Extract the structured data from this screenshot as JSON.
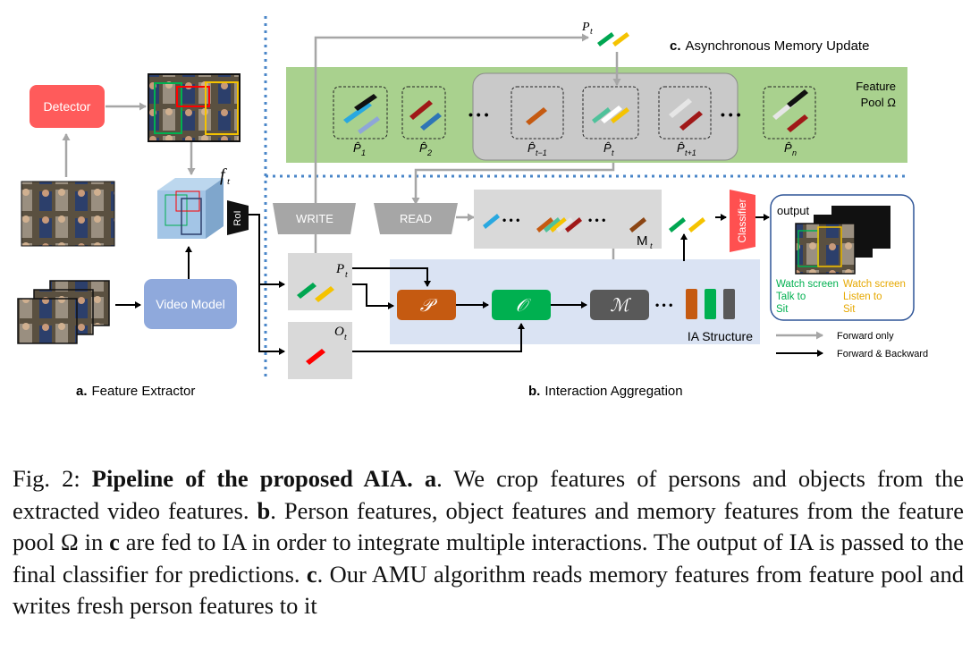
{
  "labels": {
    "detector": "Detector",
    "video_model": "Video Model",
    "roi": "RoI",
    "ft": "f",
    "ft_sub": "t",
    "write": "WRITE",
    "read": "READ",
    "classifier": "Classifier",
    "pt": "P",
    "pt_sub": "t",
    "ot": "O",
    "ot_sub": "t",
    "mt": "M",
    "mt_sub": "t",
    "op_p": "𝒫",
    "op_o": "𝒪",
    "op_m": "ℳ",
    "ia_structure": "IA Structure",
    "output": "output",
    "feature_pool": "Feature",
    "feature_pool2": "Pool Ω",
    "pool_labels": [
      "P̂",
      "P̂",
      "P̂",
      "P̂",
      "P̂",
      "P̂"
    ],
    "pool_subs": [
      "1",
      "2",
      "t−1",
      "t",
      "t+1",
      "n"
    ],
    "dots": "• • •",
    "out_green": [
      "Watch screen",
      "Talk to",
      "Sit"
    ],
    "out_yellow": [
      "Watch screen",
      "Listen to",
      "Sit"
    ],
    "legend_forward": "Forward only",
    "legend_fb": "Forward & Backward",
    "sec_a_letter": "a.",
    "sec_a_text": "Feature Extractor",
    "sec_b_letter": "b.",
    "sec_b_text": "Interaction Aggregation",
    "sec_c_letter": "c.",
    "sec_c_text": "Asynchronous Memory Update"
  },
  "caption": {
    "prefix": "Fig. 2: ",
    "title": "Pipeline of the proposed AIA.",
    "a": "a",
    "a_text": ". We crop features of persons and objects from the extracted video features. ",
    "b": "b",
    "b_text": ". Person features, object features and memory features from the feature pool Ω in ",
    "c1": "c",
    "c1_text": " are fed to IA in order to integrate multiple interactions. The output of IA is passed to the final classifier for predictions. ",
    "c2": "c",
    "c2_text": ". Our AMU algorithm reads memory features from feature pool and writes fresh person features to it"
  },
  "colors": {
    "green_band": "#a9d18e",
    "blue_band": "#dae3f3",
    "detector": "#ff5b5b",
    "video_model": "#8fa9dc",
    "op_p": "#c55a11",
    "op_o": "#00b050",
    "op_m": "#595959",
    "classifier": "#ff5050",
    "dotline": "#4a86c8",
    "gray_arrow": "#a6a6a6"
  }
}
